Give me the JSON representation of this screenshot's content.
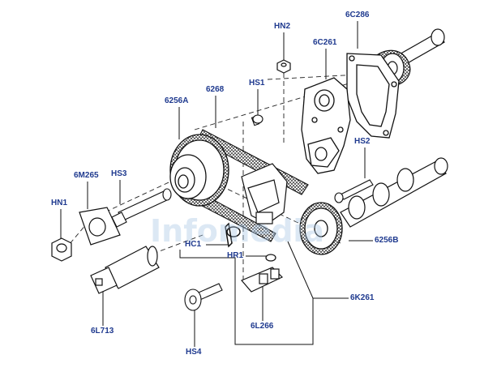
{
  "diagram": {
    "label_color": "#1f3a8f",
    "line_color": "#111111",
    "watermark_color": "#a9c7e6",
    "watermark": "Infomedia",
    "parts": [
      {
        "id": "HN2",
        "label": "HN2"
      },
      {
        "id": "6C286",
        "label": "6C286"
      },
      {
        "id": "6C261",
        "label": "6C261"
      },
      {
        "id": "HS1",
        "label": "HS1"
      },
      {
        "id": "6268",
        "label": "6268"
      },
      {
        "id": "6256A",
        "label": "6256A"
      },
      {
        "id": "HS2",
        "label": "HS2"
      },
      {
        "id": "6M265",
        "label": "6M265"
      },
      {
        "id": "HS3",
        "label": "HS3"
      },
      {
        "id": "HN1",
        "label": "HN1"
      },
      {
        "id": "HC1",
        "label": "HC1"
      },
      {
        "id": "HR1",
        "label": "HR1"
      },
      {
        "id": "6256B",
        "label": "6256B"
      },
      {
        "id": "6K261",
        "label": "6K261"
      },
      {
        "id": "6L713",
        "label": "6L713"
      },
      {
        "id": "6L266",
        "label": "6L266"
      },
      {
        "id": "HS4",
        "label": "HS4"
      }
    ]
  }
}
